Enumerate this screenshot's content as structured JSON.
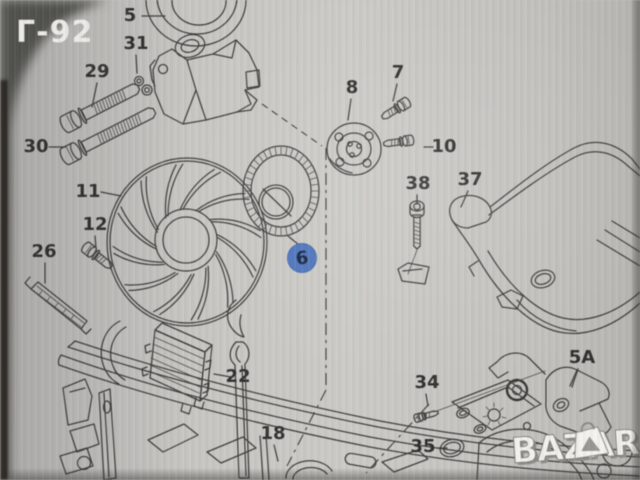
{
  "screen_overlay": {
    "corner_code": "Г-92",
    "watermark_text": "BAZAR"
  },
  "diagram": {
    "type": "exploded-parts-diagram",
    "highlighted_part": {
      "label": "6",
      "badge_color": "#4d74bc"
    },
    "part_labels": [
      {
        "id": "5",
        "text": "5"
      },
      {
        "id": "31",
        "text": "31"
      },
      {
        "id": "29",
        "text": "29"
      },
      {
        "id": "30",
        "text": "30"
      },
      {
        "id": "11",
        "text": "11"
      },
      {
        "id": "12",
        "text": "12"
      },
      {
        "id": "26",
        "text": "26"
      },
      {
        "id": "8",
        "text": "8"
      },
      {
        "id": "7",
        "text": "7"
      },
      {
        "id": "10",
        "text": "10"
      },
      {
        "id": "38",
        "text": "38"
      },
      {
        "id": "37",
        "text": "37"
      },
      {
        "id": "22",
        "text": "22"
      },
      {
        "id": "18",
        "text": "18"
      },
      {
        "id": "34",
        "text": "34"
      },
      {
        "id": "35",
        "text": "35"
      },
      {
        "id": "5A",
        "text": "5A"
      },
      {
        "id": "6",
        "text": "6",
        "highlighted": true
      }
    ]
  },
  "colors": {
    "page_background": "#c6c5c1",
    "line": "#3b3b39",
    "label_text": "#2e2e2c",
    "badge_blue": "#4d74bc",
    "corner_dark": "#504f4c",
    "watermark_white": "#f1f0ec"
  }
}
